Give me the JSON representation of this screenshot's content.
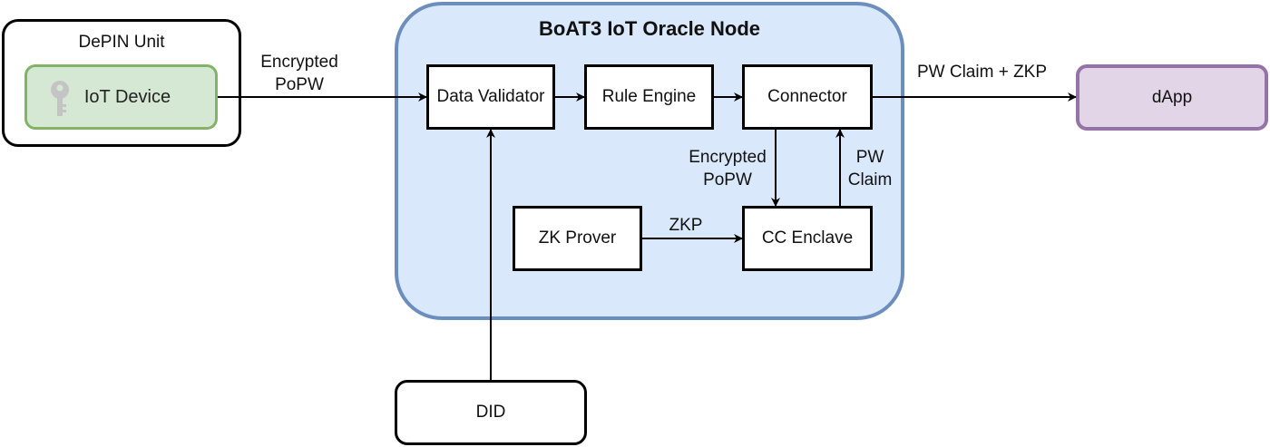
{
  "diagram": {
    "depin_unit": {
      "title": "DePIN Unit",
      "iot_device": {
        "label": "IoT Device",
        "icon": "key-icon"
      }
    },
    "oracle_node": {
      "title": "BoAT3 IoT Oracle Node",
      "data_validator": "Data Validator",
      "rule_engine": "Rule Engine",
      "connector": "Connector",
      "zk_prover": "ZK Prover",
      "cc_enclave": "CC Enclave"
    },
    "dapp": "dApp",
    "did": "DID",
    "edge_labels": {
      "iot_to_validator": [
        "Encrypted",
        "PoPW"
      ],
      "connector_to_enclave": [
        "Encrypted",
        "PoPW"
      ],
      "enclave_to_connector": [
        "PW",
        "Claim"
      ],
      "prover_to_enclave": "ZKP",
      "connector_to_dapp": "PW Claim + ZKP"
    },
    "colors": {
      "node_fill": "#dae8fc",
      "node_stroke": "#6c8ebf",
      "device_fill": "#d5e8d4",
      "device_stroke": "#82b366",
      "dapp_fill": "#e1d5e7",
      "dapp_stroke": "#9673a6"
    }
  }
}
